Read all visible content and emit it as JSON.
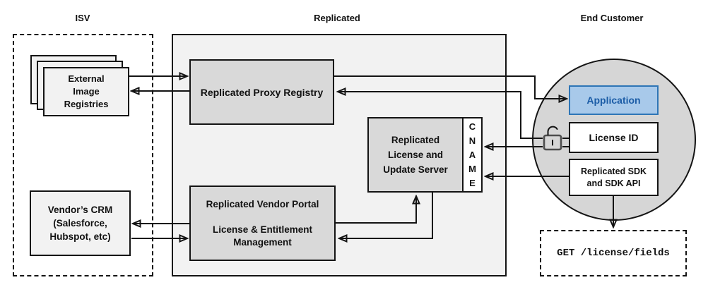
{
  "sections": {
    "isv": "ISV",
    "replicated": "Replicated",
    "end_customer": "End Customer"
  },
  "nodes": {
    "external_registries": "External\nImage\nRegistries",
    "vendor_crm": "Vendor’s CRM\n(Salesforce,\nHubspot, etc)",
    "proxy_registry": "Replicated Proxy Registry",
    "vendor_portal": "Replicated Vendor Portal\n\nLicense & Entitlement\nManagement",
    "license_update_server": "Replicated\nLicense and\nUpdate Server",
    "cname": "C\nN\nA\nM\nE",
    "application": "Application",
    "license_id": "License ID",
    "replicated_sdk": "Replicated SDK\nand SDK API",
    "get_endpoint": "GET /license/fields"
  },
  "icons": {
    "lock": "unlocked-padlock-icon"
  },
  "colors": {
    "panel_fill": "#f2f2f2",
    "node_gray_fill": "#d9d9d9",
    "circle_fill": "#d6d6d6",
    "application_fill": "#a8c9ea",
    "application_border": "#2e75b6",
    "application_text": "#1b5ca6",
    "line_color": "#141414",
    "lock_color": "#4d4d4d"
  }
}
